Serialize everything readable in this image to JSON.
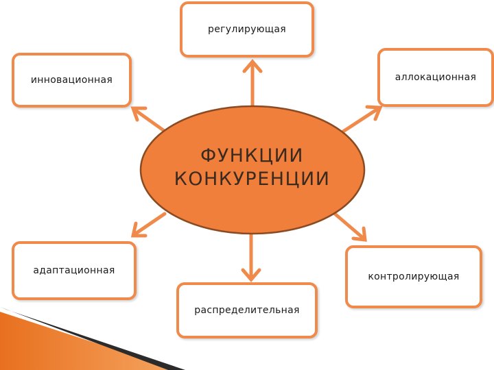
{
  "center": {
    "line1": "ФУНКЦИИ",
    "line2": "КОНКУРЕНЦИИ"
  },
  "nodes": {
    "top": "регулирующая",
    "top_left": "инновационная",
    "top_right": "аллокационная",
    "bottom_left": "адаптационная",
    "bottom": "распределительная",
    "bottom_right": "контролирующая"
  },
  "colors": {
    "accent": "#f08a4b",
    "ellipse_fill": "#f07f3c",
    "ellipse_stroke": "#8a4a22",
    "corner_dark": "#2b2b2b"
  }
}
